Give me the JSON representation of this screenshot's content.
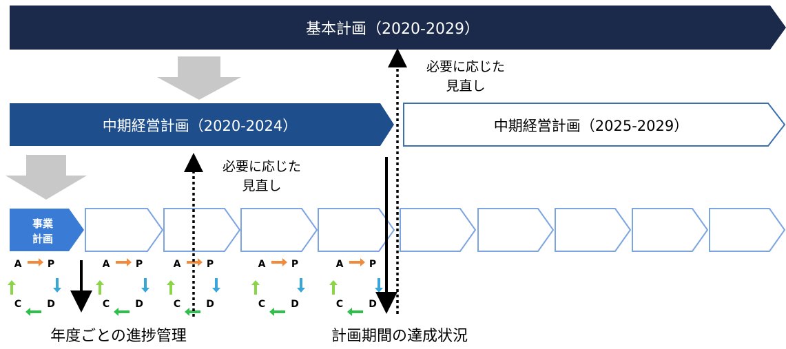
{
  "basic_plan": {
    "label": "基本計画（2020-2029）",
    "color": "#1b2a4a"
  },
  "mid_plan_1": {
    "label": "中期経営計画（2020-2024）",
    "color": "#1f4e8c"
  },
  "mid_plan_2": {
    "label": "中期経営計画（2025-2029）",
    "border_color": "#3a6fb0"
  },
  "business_plan": {
    "line1": "事業",
    "line2": "計画",
    "color": "#3a7bd5"
  },
  "chevron_border_color": "#7da4e0",
  "review_note_1": {
    "line1": "必要に応じた",
    "line2": "見直し"
  },
  "review_note_2": {
    "line1": "必要に応じた",
    "line2": "見直し"
  },
  "pdca": {
    "a": "A",
    "p": "P",
    "c": "C",
    "d": "D",
    "colors": {
      "top": "#f08a3c",
      "right": "#3aa6d8",
      "bottom": "#2fbf4a",
      "left": "#8cd44a"
    }
  },
  "caption_annual": "年度ごとの進捗管理",
  "caption_period": "計画期間の達成状況"
}
